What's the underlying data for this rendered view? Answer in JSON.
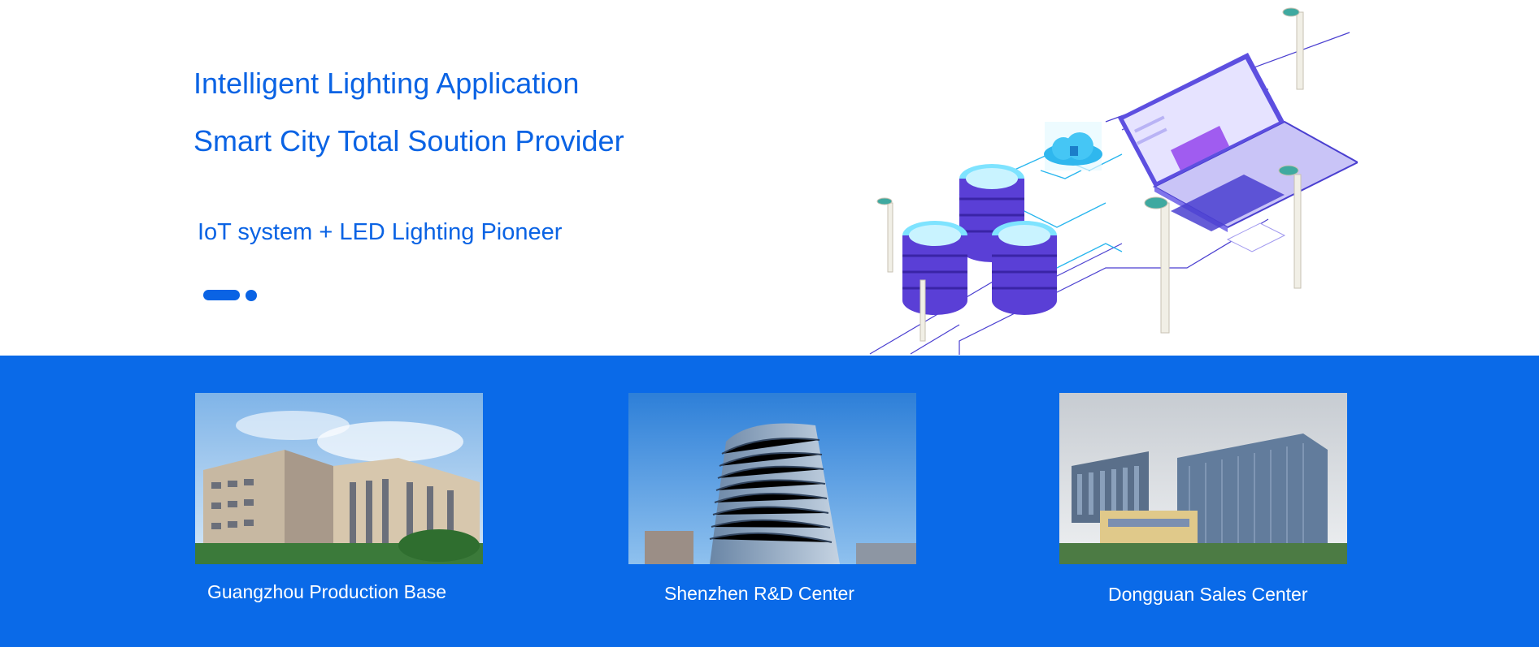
{
  "hero": {
    "line1": "Intelligent Lighting Application",
    "line2": "Smart City Total Soution Provider",
    "line3": "IoT system + LED Lighting Pioneer",
    "carousel": {
      "slides": 2,
      "active": 1
    }
  },
  "locations": [
    {
      "caption": "Guangzhou Production Base"
    },
    {
      "caption": "Shenzhen R&D Center"
    },
    {
      "caption": "Dongguan Sales Center"
    }
  ],
  "colors": {
    "accent": "#0a63e4",
    "band": "#0a6ae8",
    "text_on_band": "#ffffff"
  },
  "icons": [
    "server-icon",
    "laptop-icon",
    "cloud-lock-icon",
    "street-lamp-icon"
  ]
}
